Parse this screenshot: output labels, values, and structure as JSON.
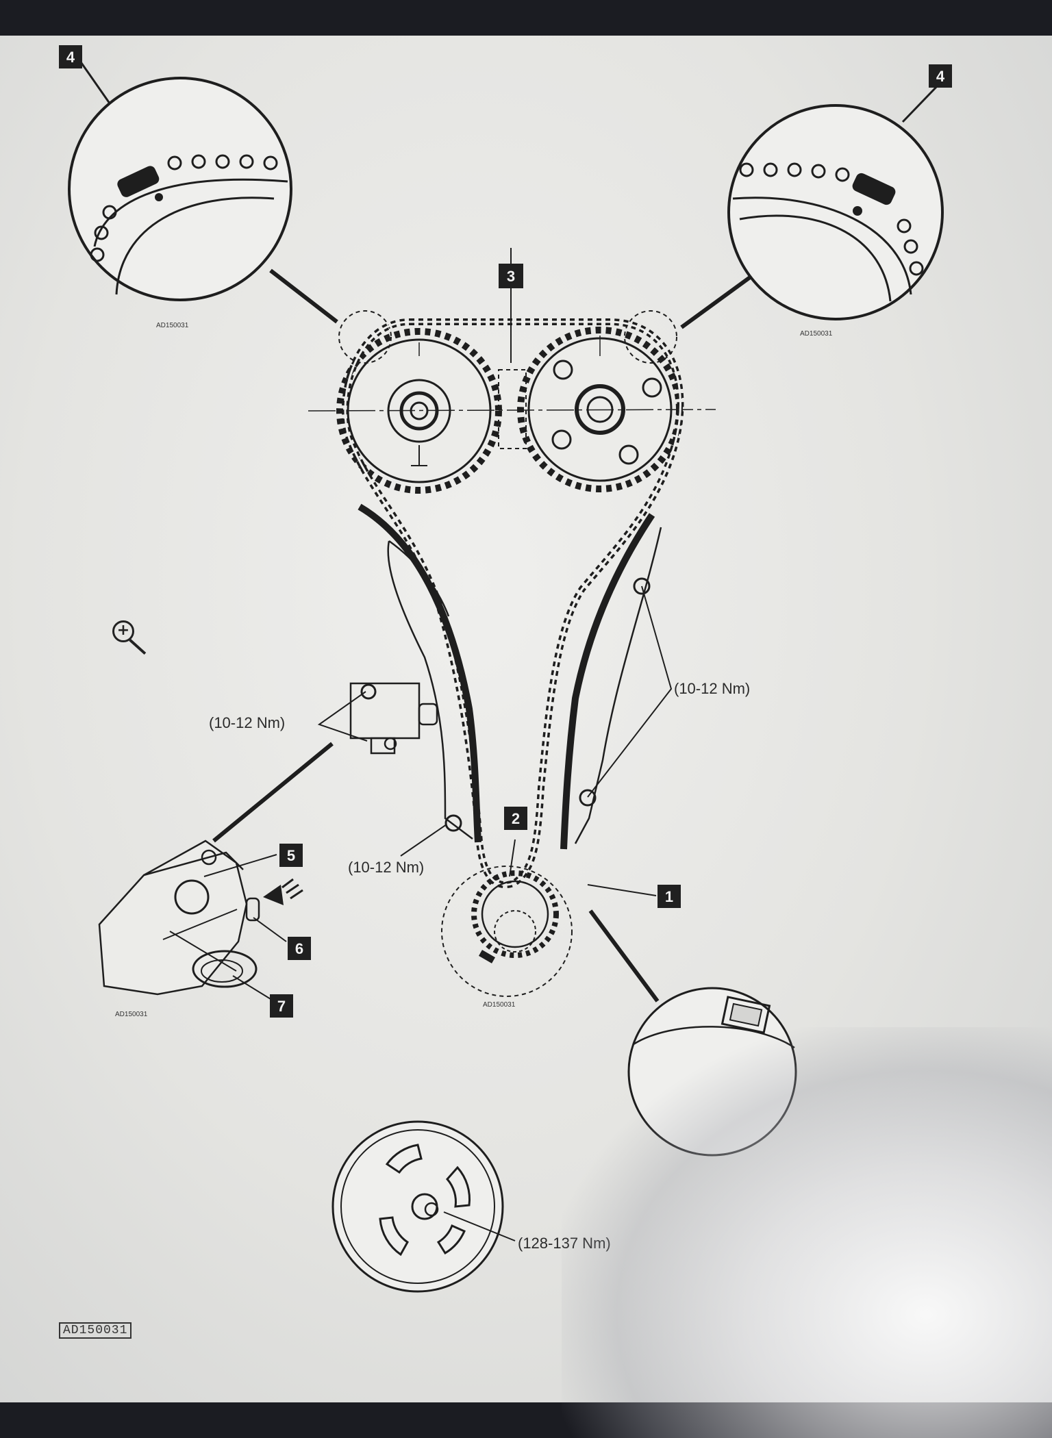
{
  "zoom_icon": "magnifier-plus-icon",
  "callouts": {
    "n1": "1",
    "n2": "2",
    "n3": "3",
    "n4_left": "4",
    "n4_right": "4",
    "n5": "5",
    "n6": "6",
    "n7": "7"
  },
  "torque": {
    "tensioner": "(10-12 Nm)",
    "right_guide": "(10-12 Nm)",
    "left_guide": "(10-12 Nm)",
    "crank_pulley": "(128-137 Nm)"
  },
  "ref_codes": {
    "detail_left": "AD150031",
    "detail_right": "AD150031",
    "figure": "AD150031"
  },
  "colors": {
    "line": "#1e1e1e",
    "callout_bg": "#202020",
    "paper": "#e6e6e3"
  }
}
